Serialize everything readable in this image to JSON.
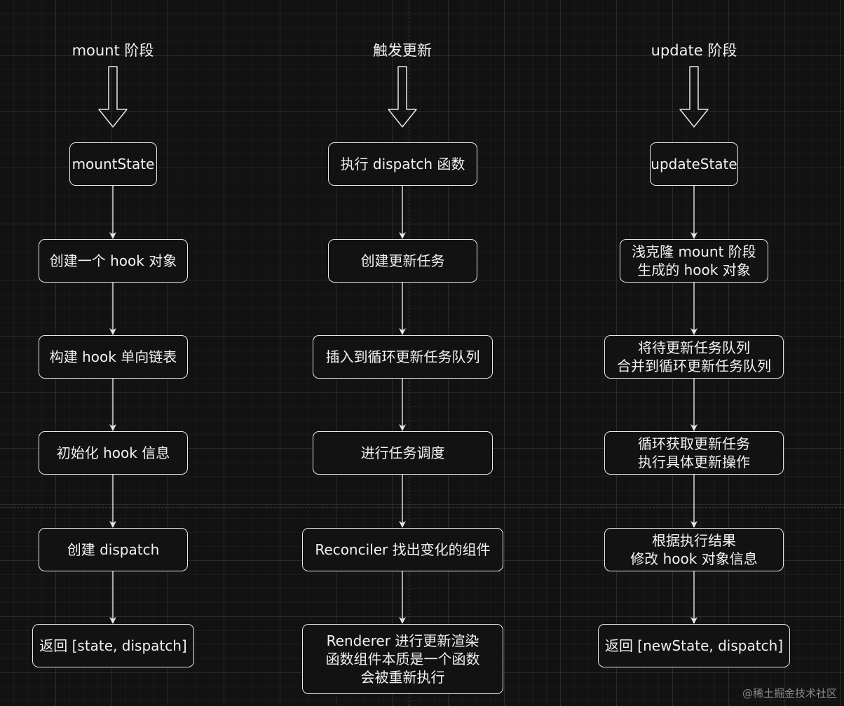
{
  "columns": {
    "mount": {
      "heading": "mount 阶段",
      "steps": [
        [
          "mountState"
        ],
        [
          "创建一个 hook 对象"
        ],
        [
          "构建 hook 单向链表"
        ],
        [
          "初始化 hook 信息"
        ],
        [
          "创建 dispatch"
        ],
        [
          "返回 [state, dispatch]"
        ]
      ]
    },
    "trigger": {
      "heading": "触发更新",
      "steps": [
        [
          "执行 dispatch 函数"
        ],
        [
          "创建更新任务"
        ],
        [
          "插入到循环更新任务队列"
        ],
        [
          "进行任务调度"
        ],
        [
          "Reconciler 找出变化的组件"
        ],
        [
          "Renderer 进行更新渲染",
          "函数组件本质是一个函数",
          "会被重新执行"
        ]
      ]
    },
    "update": {
      "heading": "update 阶段",
      "steps": [
        [
          "updateState"
        ],
        [
          "浅克隆 mount 阶段",
          "生成的 hook 对象"
        ],
        [
          "将待更新任务队列",
          "合并到循环更新任务队列"
        ],
        [
          "循环获取更新任务",
          "执行具体更新操作"
        ],
        [
          "根据执行结果",
          "修改 hook 对象信息"
        ],
        [
          "返回 [newState, dispatch]"
        ]
      ]
    }
  },
  "watermark": "@稀土掘金技术社区",
  "colors": {
    "background": "#121212",
    "stroke": "#e8e8e8",
    "text": "#f2f2f2"
  }
}
